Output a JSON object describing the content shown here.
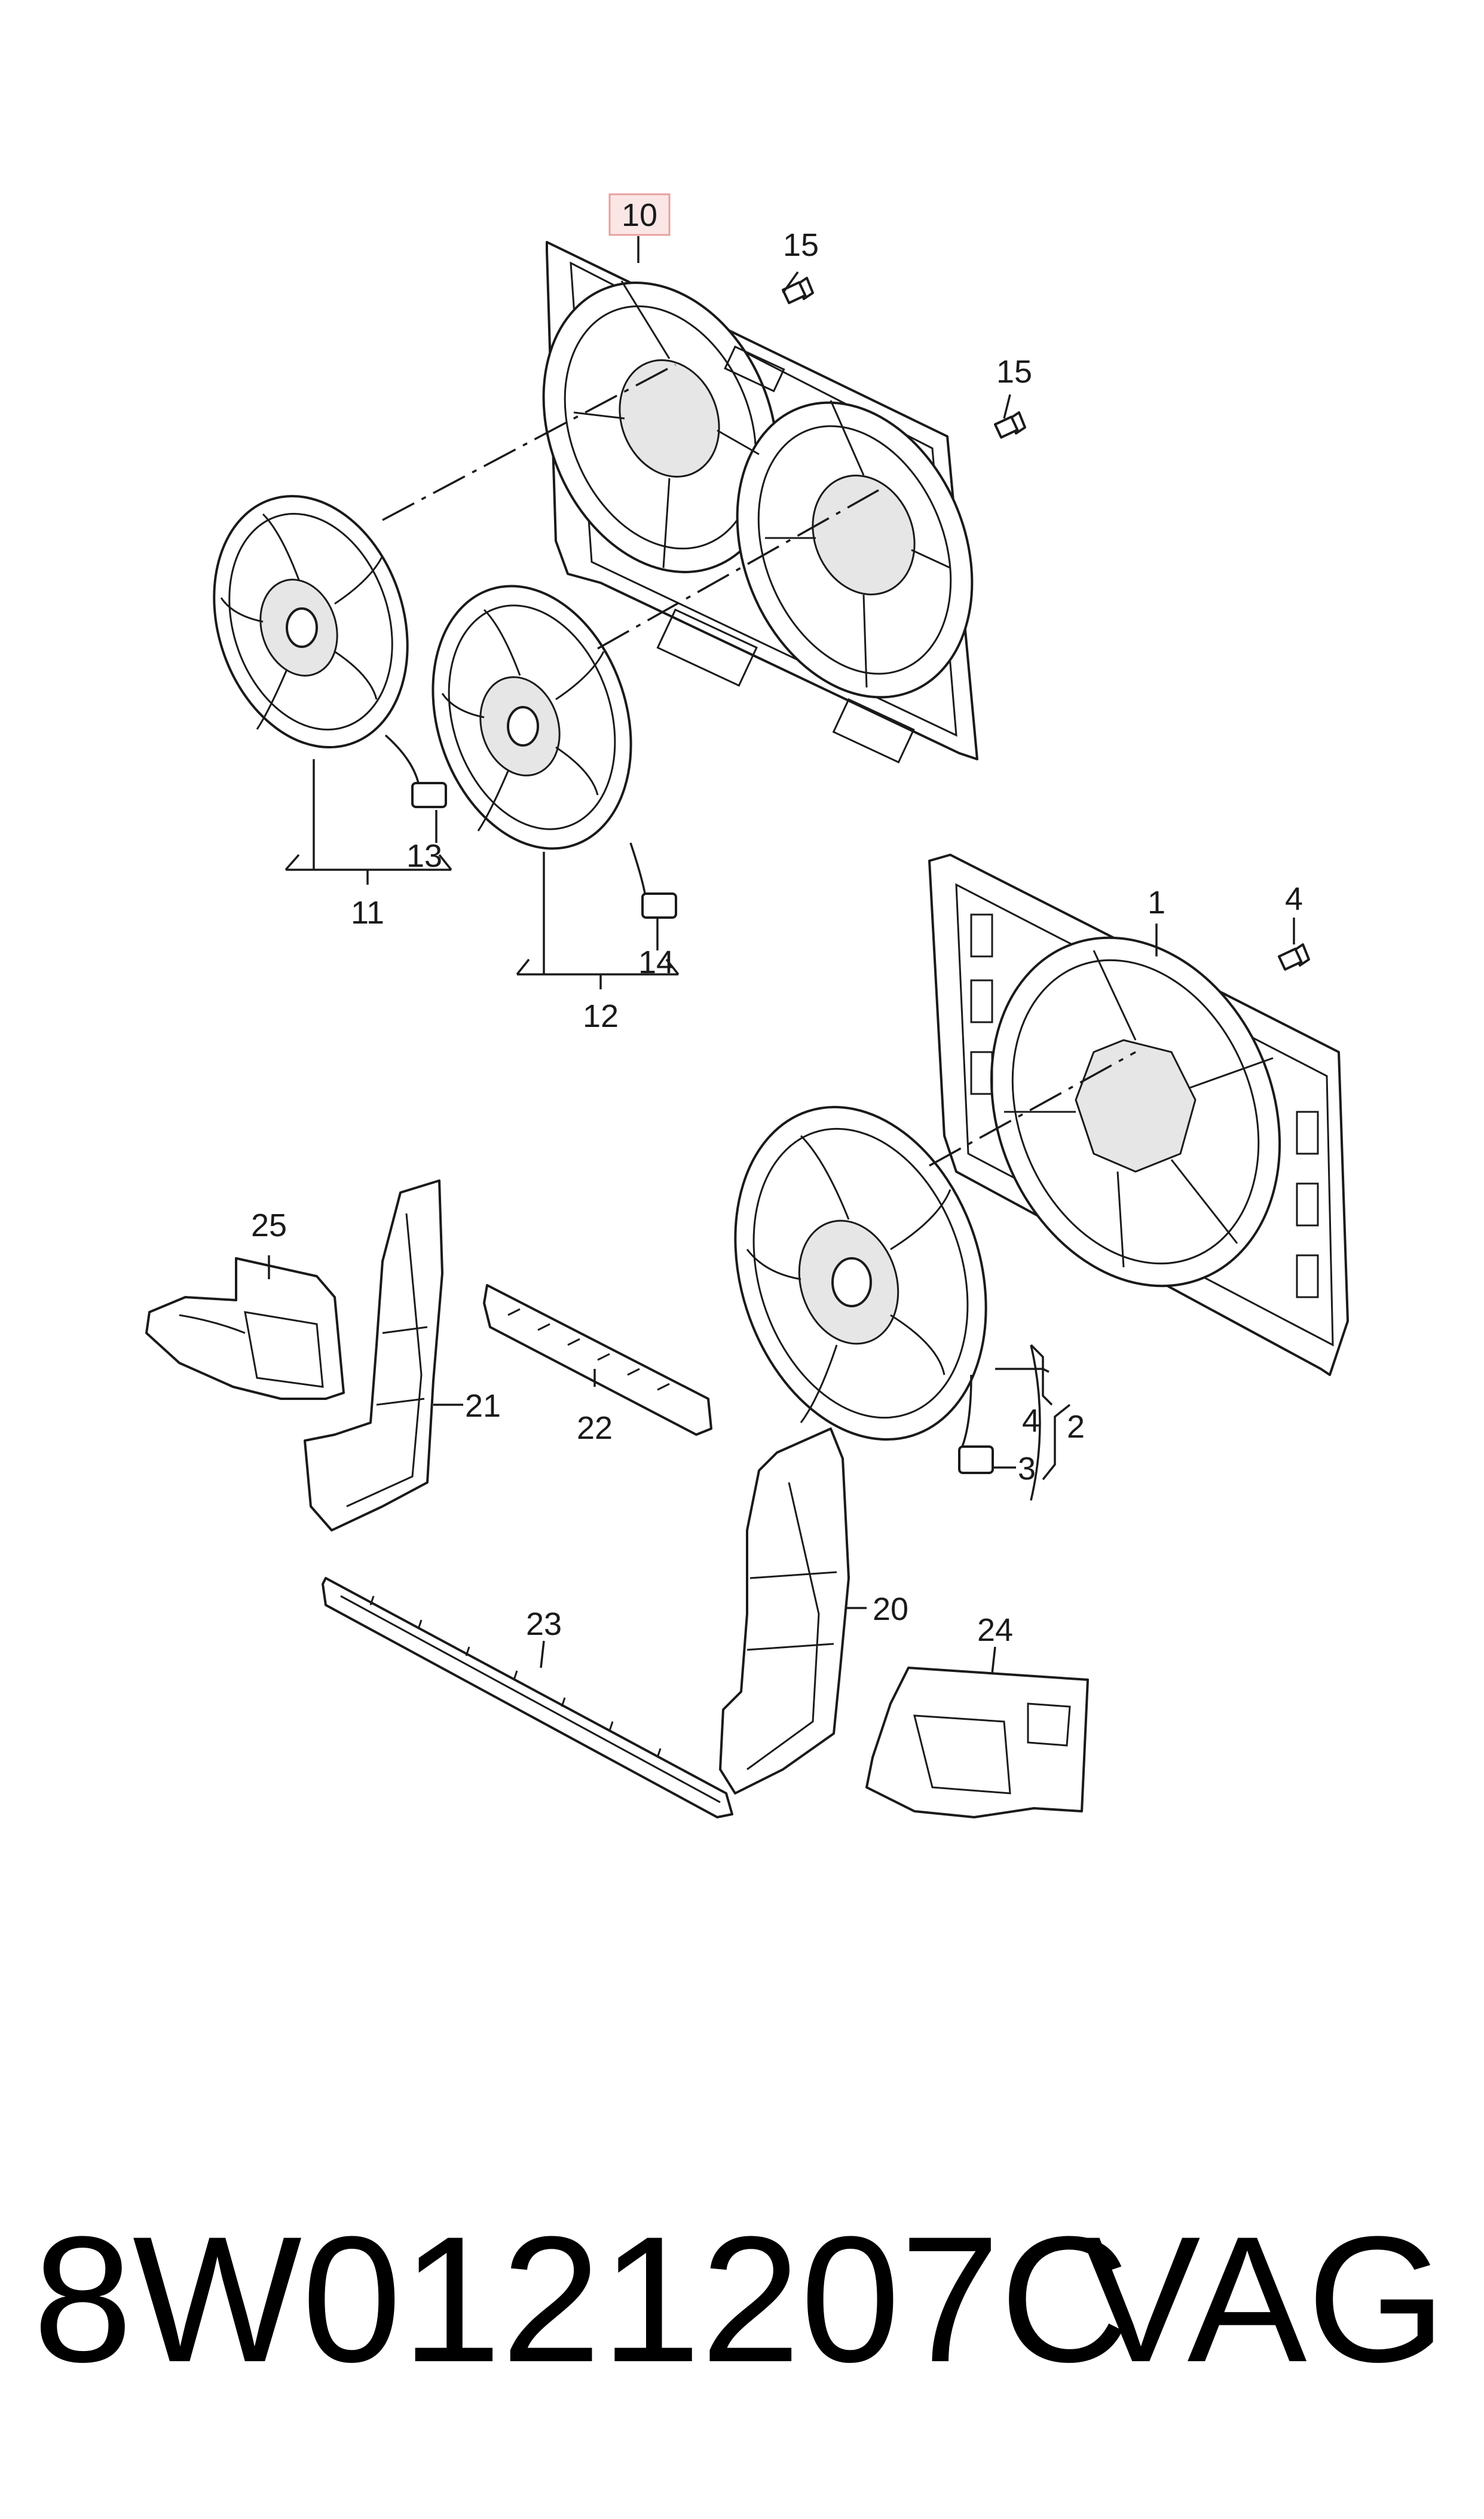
{
  "diagram": {
    "highlight_color": "#e8a0a0",
    "highlight_fill": "#fbe6e6",
    "callouts": {
      "c10": "10",
      "c15a": "15",
      "c15b": "15",
      "c13": "13",
      "c11": "11",
      "c14": "14",
      "c12": "12",
      "c1": "1",
      "c4a": "4",
      "c4b": "4",
      "c2": "2",
      "c3": "3",
      "c25": "25",
      "c21": "21",
      "c22": "22",
      "c20": "20",
      "c23": "23",
      "c24": "24"
    }
  },
  "footer": {
    "part_number": "8W0121207C",
    "brand": "VAG"
  }
}
